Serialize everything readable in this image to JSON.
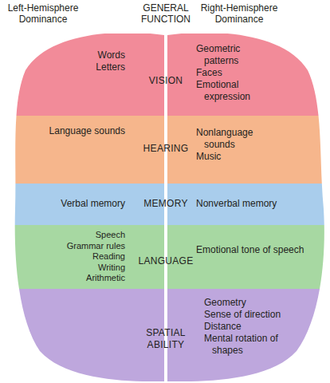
{
  "diagram": {
    "nodes": [
      {
        "text": [
          "Words",
          "Letters",
          "VISION",
          "Geometric patterns",
          "Faces",
          "Emotional expression"
        ]
      },
      {
        "text": [
          "Language sounds",
          "HEARING",
          "Nonlanguage sounds",
          "Music"
        ]
      },
      {
        "text": [
          "Verbal memory",
          "MEMORY",
          "Nonverbal memory"
        ]
      },
      {
        "text": [
          "Speech",
          "Grammar rules",
          "Reading",
          "Writing",
          "Arithmetic",
          "LANGUAGE",
          "Emotional tone of speech"
        ]
      },
      {
        "text": [
          "SPATIAL ABILITY",
          "Geometry",
          "Sense of direction",
          "Distance",
          "Mental rotation of shapes"
        ]
      }
    ],
    "labels": [
      "Left-Hemisphere Dominance",
      "GENERAL FUNCTION",
      "Right-Hemisphere Dominance"
    ]
  }
}
